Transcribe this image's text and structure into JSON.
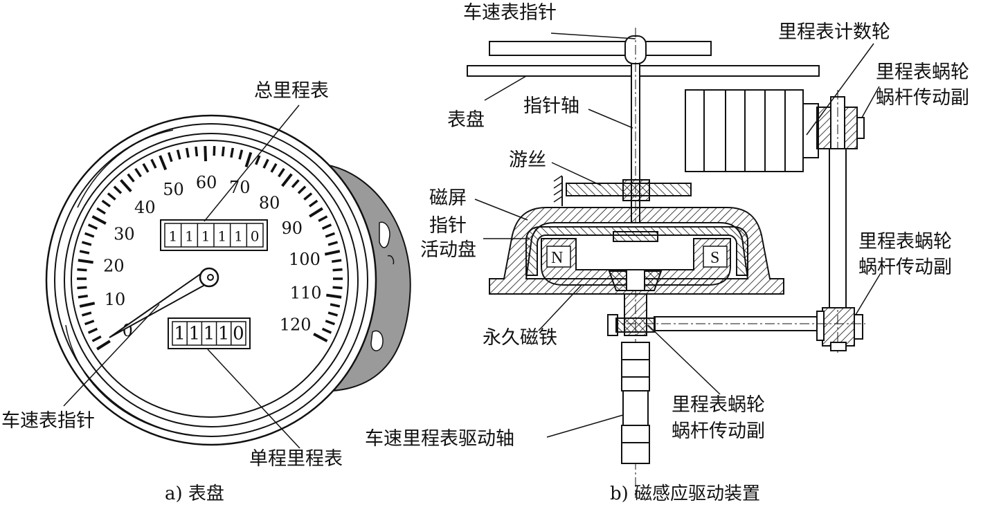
{
  "left_panel": {
    "caption": "a) 表盘",
    "labels": {
      "odometer_total": "总里程表",
      "pointer": "车速表指针",
      "odometer_trip": "单程里程表"
    },
    "dial_ticks": [
      "0",
      "10",
      "20",
      "30",
      "40",
      "50",
      "60",
      "70",
      "80",
      "90",
      "100",
      "110",
      "120"
    ],
    "odometer_total_digits": [
      "1",
      "1",
      "1",
      "1",
      "1",
      "0"
    ],
    "odometer_trip_digits": [
      "1",
      "1",
      "1",
      "1",
      "0"
    ]
  },
  "right_panel": {
    "caption": "b) 磁感应驱动装置",
    "labels": {
      "speed_pointer": "车速表指针",
      "dial_plate": "表盘",
      "pointer_shaft": "指针轴",
      "hairspring": "游丝",
      "magnetic_shield": "磁屏",
      "pointer_disc_line1": "指针",
      "pointer_disc_line2": "活动盘",
      "permanent_magnet": "永久磁铁",
      "counter_wheel": "里程表计数轮",
      "worm_top_line1": "里程表蜗轮",
      "worm_top_line2": "蜗杆传动副",
      "worm_mid_line1": "里程表蜗轮",
      "worm_mid_line2": "蜗杆传动副",
      "worm_bottom_line1": "里程表蜗轮",
      "worm_bottom_line2": "蜗杆传动副",
      "drive_shaft": "车速里程表驱动轴"
    },
    "magnet_poles": [
      "N",
      "S"
    ]
  }
}
